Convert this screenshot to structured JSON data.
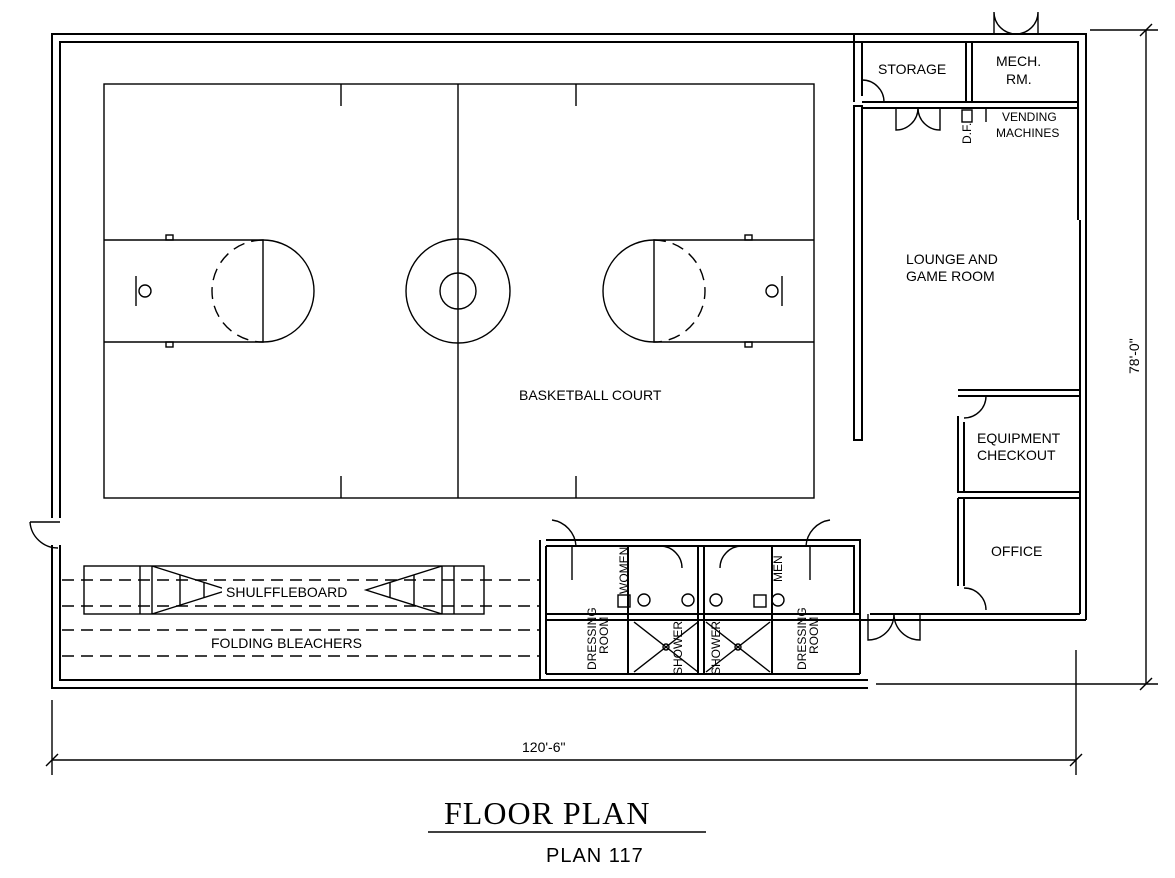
{
  "rooms": {
    "storage": "STORAGE",
    "mech_1": "MECH.",
    "mech_2": "RM.",
    "vending_1": "VENDING",
    "vending_2": "MACHINES",
    "df": "D.F.",
    "lounge_1": "LOUNGE AND",
    "lounge_2": "GAME ROOM",
    "basketball": "BASKETBALL COURT",
    "equipment_1": "EQUIPMENT",
    "equipment_2": "CHECKOUT",
    "office": "OFFICE",
    "shuffleboard": "SHULFFLEBOARD",
    "bleachers": "FOLDING BLEACHERS",
    "women": "WOMEN",
    "men": "MEN",
    "dressing_1": "DRESSING",
    "dressing_2": "ROOM",
    "shower": "SHOWER"
  },
  "dimensions": {
    "width": "120'-6\"",
    "height": "78'-0\""
  },
  "title": "FLOOR PLAN",
  "subtitle": "PLAN 117"
}
